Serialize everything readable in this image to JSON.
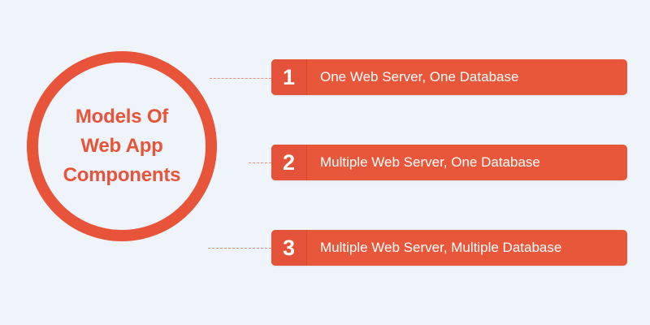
{
  "diagram": {
    "title_lines": [
      "Models Of",
      "Web App",
      "Components"
    ],
    "items": [
      {
        "number": "1",
        "label": "One Web Server, One Database"
      },
      {
        "number": "2",
        "label": "Multiple Web Server, One Database"
      },
      {
        "number": "3",
        "label": "Multiple Web Server, Multiple Database"
      }
    ],
    "colors": {
      "accent": "#e9573b",
      "background": "#eff3fa",
      "connector": "#e8917f",
      "item_text": "#ffffff"
    }
  }
}
